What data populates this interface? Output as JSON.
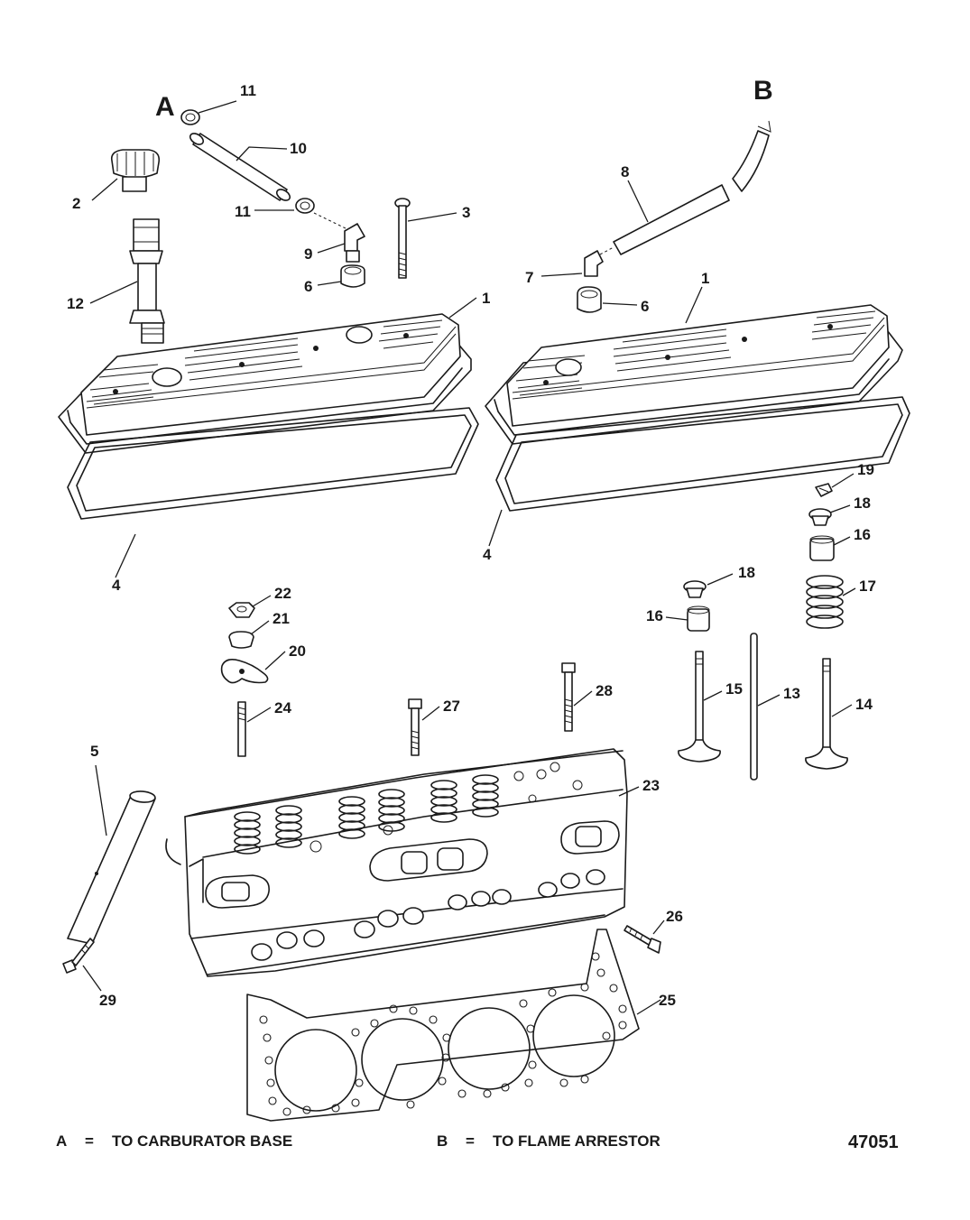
{
  "letters": {
    "a": "A",
    "b": "B"
  },
  "callouts": [
    "11",
    "10",
    "2",
    "11",
    "3",
    "9",
    "6",
    "12",
    "1",
    "4",
    "8",
    "7",
    "6",
    "1",
    "4",
    "19",
    "18",
    "16",
    "17",
    "18",
    "16",
    "22",
    "21",
    "20",
    "24",
    "27",
    "28",
    "15",
    "13",
    "14",
    "5",
    "23",
    "26",
    "29",
    "25"
  ],
  "legend": {
    "a": {
      "key": "A",
      "eq": "=",
      "text": "TO CARBURATOR BASE"
    },
    "b": {
      "key": "B",
      "eq": "=",
      "text": "TO FLAME ARRESTOR"
    }
  },
  "figure_number": "47051"
}
